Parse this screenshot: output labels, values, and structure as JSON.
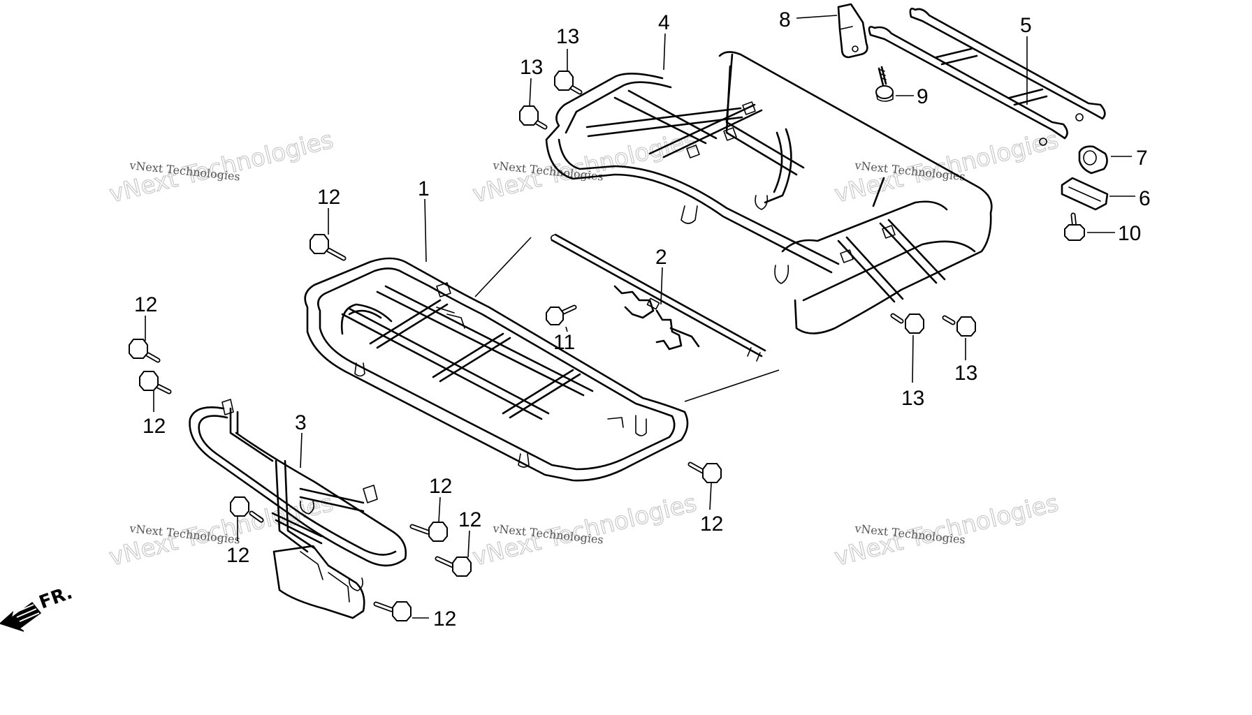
{
  "callouts": [
    {
      "id": "1",
      "label": "1"
    },
    {
      "id": "2",
      "label": "2"
    },
    {
      "id": "3",
      "label": "3"
    },
    {
      "id": "4",
      "label": "4"
    },
    {
      "id": "5",
      "label": "5"
    },
    {
      "id": "6",
      "label": "6"
    },
    {
      "id": "7",
      "label": "7"
    },
    {
      "id": "8",
      "label": "8"
    },
    {
      "id": "9",
      "label": "9"
    },
    {
      "id": "10",
      "label": "10"
    },
    {
      "id": "11",
      "label": "11"
    },
    {
      "id": "12a",
      "label": "12"
    },
    {
      "id": "12b",
      "label": "12"
    },
    {
      "id": "12c",
      "label": "12"
    },
    {
      "id": "12d",
      "label": "12"
    },
    {
      "id": "12e",
      "label": "12"
    },
    {
      "id": "12f",
      "label": "12"
    },
    {
      "id": "12g",
      "label": "12"
    },
    {
      "id": "12h",
      "label": "12"
    },
    {
      "id": "13a",
      "label": "13"
    },
    {
      "id": "13b",
      "label": "13"
    },
    {
      "id": "13c",
      "label": "13"
    },
    {
      "id": "13d",
      "label": "13"
    }
  ],
  "watermark": {
    "big": "vNext Technologies",
    "small": "vNext Technologies"
  },
  "direction_label": "FR."
}
